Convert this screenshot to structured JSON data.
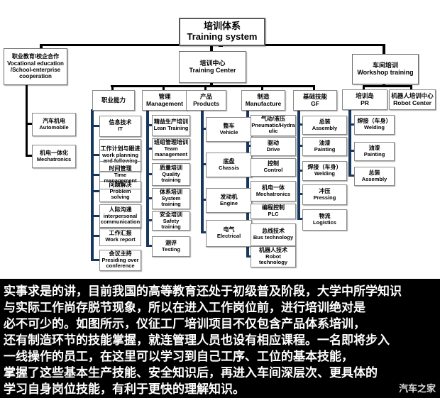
{
  "title": {
    "zh": "培训体系",
    "en": "Training system"
  },
  "left_branch": {
    "zh": "职业教育/校企合作",
    "en_lines": [
      "Vocational education",
      "/School-enterprise",
      "cooperation"
    ],
    "children": [
      {
        "zh": "汽车机电",
        "en": "Automobile"
      },
      {
        "zh": "机电一体化",
        "en": "Mechatronics"
      }
    ]
  },
  "center_branch": {
    "zh": "培训中心",
    "en": "Training Center"
  },
  "right_branch": {
    "zh": "车间培训",
    "en": "Workshop training",
    "children": [
      {
        "zh": "机器人培训中心",
        "en": "Robot Center"
      }
    ]
  },
  "columns": [
    {
      "header": {
        "zh": "职业能力",
        "en": ""
      },
      "items": [
        {
          "zh": "信息技术",
          "en": "IT"
        },
        {
          "zh": "工作计划与跟进",
          "en": "work planning and following"
        },
        {
          "zh": "时间管理",
          "en": "Time management"
        },
        {
          "zh": "问题解决",
          "en": "Problem solving"
        },
        {
          "zh": "人际沟通",
          "en": "interpersonal communication"
        },
        {
          "zh": "工作汇报",
          "en": "Work report"
        },
        {
          "zh": "会议主持",
          "en": "Presiding over conference"
        }
      ]
    },
    {
      "header": {
        "zh": "管理",
        "en": "Management"
      },
      "items": [
        {
          "zh": "精益生产培训",
          "en": "Lean Training"
        },
        {
          "zh": "班组管理培训",
          "en": "Team management"
        },
        {
          "zh": "质量培训",
          "en": "Quality training"
        },
        {
          "zh": "体系培训",
          "en": "System training"
        },
        {
          "zh": "安全培训",
          "en": "Safety training"
        },
        {
          "zh": "测评",
          "en": "Testing"
        }
      ]
    },
    {
      "header": {
        "zh": "产品",
        "en": "Products"
      },
      "items": [
        {
          "zh": "整车",
          "en": "Vehicle"
        },
        {
          "zh": "底盘",
          "en": "Chassis"
        },
        {
          "zh": "发动机",
          "en": "Engine"
        },
        {
          "zh": "电气",
          "en": "Electrical"
        }
      ]
    },
    {
      "header": {
        "zh": "制造",
        "en": "Manufacture"
      },
      "items": [
        {
          "zh": "气动/液压",
          "en": "Pneumatic/Hydraulic"
        },
        {
          "zh": "驱动",
          "en": "Drive"
        },
        {
          "zh": "控制",
          "en": "Control"
        },
        {
          "zh": "机电一体",
          "en": "Mechatronics"
        },
        {
          "zh": "编程控制",
          "en": "PLC"
        },
        {
          "zh": "总线技术",
          "en": "Bus technology"
        },
        {
          "zh": "机器人技术",
          "en": "Robot technology"
        }
      ]
    },
    {
      "header": {
        "zh": "基础技能",
        "en": "GF"
      },
      "items": [
        {
          "zh": "总装",
          "en": "Assembly"
        },
        {
          "zh": "油漆",
          "en": "Painting"
        },
        {
          "zh": "焊接（车身）",
          "en": "Welding"
        },
        {
          "zh": "冲压",
          "en": "Pressing"
        },
        {
          "zh": "物流",
          "en": "Logistics"
        }
      ]
    },
    {
      "header": {
        "zh": "培训岛",
        "en": "PR"
      },
      "items": [
        {
          "zh": "焊接（车身）",
          "en": "Welding"
        },
        {
          "zh": "油漆",
          "en": "Painting"
        },
        {
          "zh": "总装",
          "en": "Assembly"
        }
      ]
    }
  ],
  "caption": {
    "lines": [
      "实事求是的讲，目前我国的高等教育还处于初级普及阶段，大学中所学知识",
      "与实际工作尚存脱节现象，所以在进入工作岗位前，进行培训绝对是",
      "必不可少的。如图所示，仪征工厂培训项目不仅包含产品体系培训，",
      "还有制造环节的技能掌握，就连管理人员也设有相应课程。一名即将步入",
      "一线操作的员工，在这里可以学习到自己工序、工位的基本技能，",
      "掌握了这些基本生产技能、安全知识后，再进入车间深层次、更具体的",
      "学习自身岗位技能，有利于更快的理解知识。"
    ]
  },
  "watermark": "汽车之家",
  "colors": {
    "connector": "#000000",
    "column_connector": "#17375e",
    "caption_bg": "#000000",
    "caption_text": "#ffffff"
  }
}
